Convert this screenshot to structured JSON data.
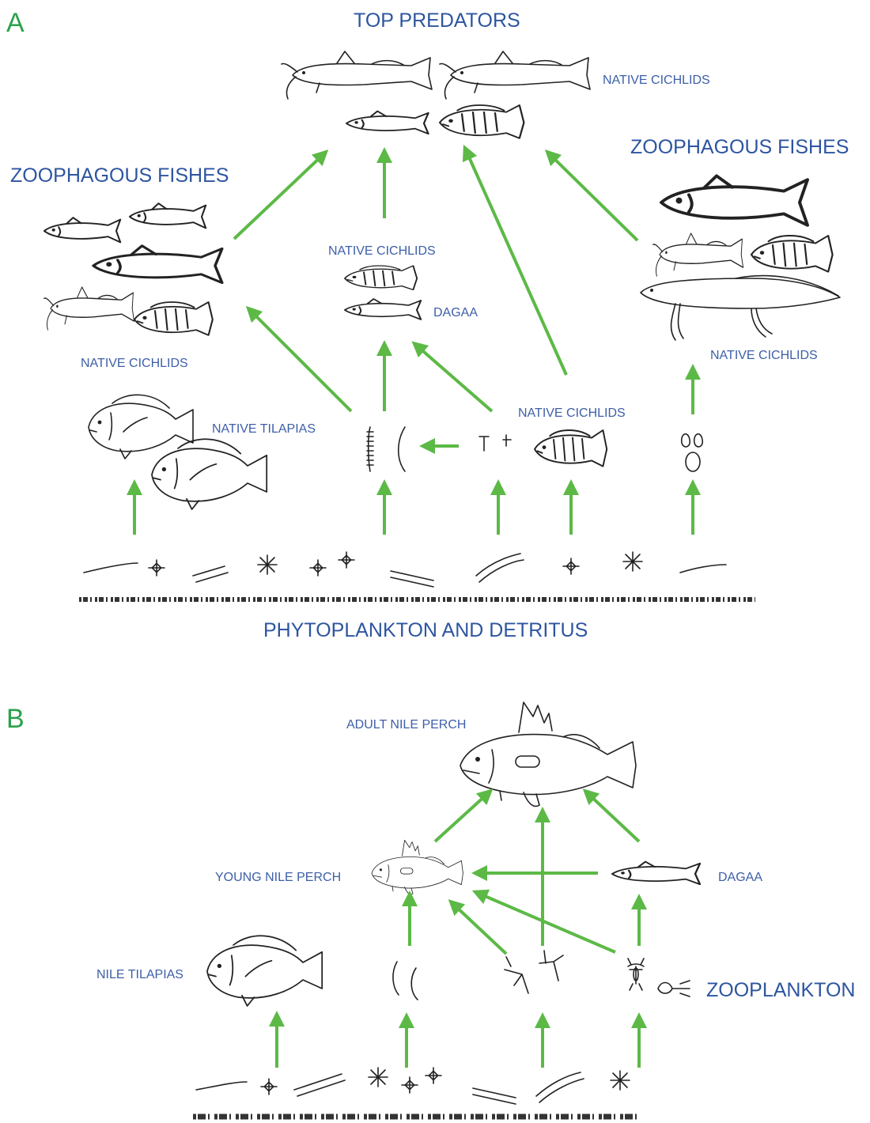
{
  "colors": {
    "arrow": "#5cb946",
    "label": "#2d55a0",
    "panel": "#2aa24b"
  },
  "panel_a": {
    "letter": "A",
    "top_predators": "TOP PREDATORS",
    "native_cichlids_top": "NATIVE CICHLIDS",
    "zoophagous_left": "ZOOPHAGOUS FISHES",
    "zoophagous_right": "ZOOPHAGOUS FISHES",
    "native_cichlids_center": "NATIVE CICHLIDS",
    "dagaa": "DAGAA",
    "native_cichlids_left": "NATIVE CICHLIDS",
    "native_cichlids_right": "NATIVE CICHLIDS",
    "native_tilapias": "NATIVE TILAPIAS",
    "native_cichlids_lower": "NATIVE CICHLIDS",
    "phytoplankton": "PHYTOPLANKTON AND DETRITUS"
  },
  "panel_b": {
    "letter": "B",
    "adult_nile_perch": "ADULT NILE PERCH",
    "young_nile_perch": "YOUNG NILE PERCH",
    "dagaa": "DAGAA",
    "nile_tilapias": "NILE TILAPIAS",
    "zooplankton": "ZOOPLANKTON"
  },
  "icons": [
    "catfish-icon",
    "lungfish-icon",
    "cichlid-icon",
    "tilapia-icon",
    "dagaa-icon",
    "nile-perch-icon",
    "insect-larva-icon",
    "shrimp-icon",
    "zooplankton-icon",
    "snail-icon",
    "phytoplankton-icon",
    "detritus-icon"
  ]
}
